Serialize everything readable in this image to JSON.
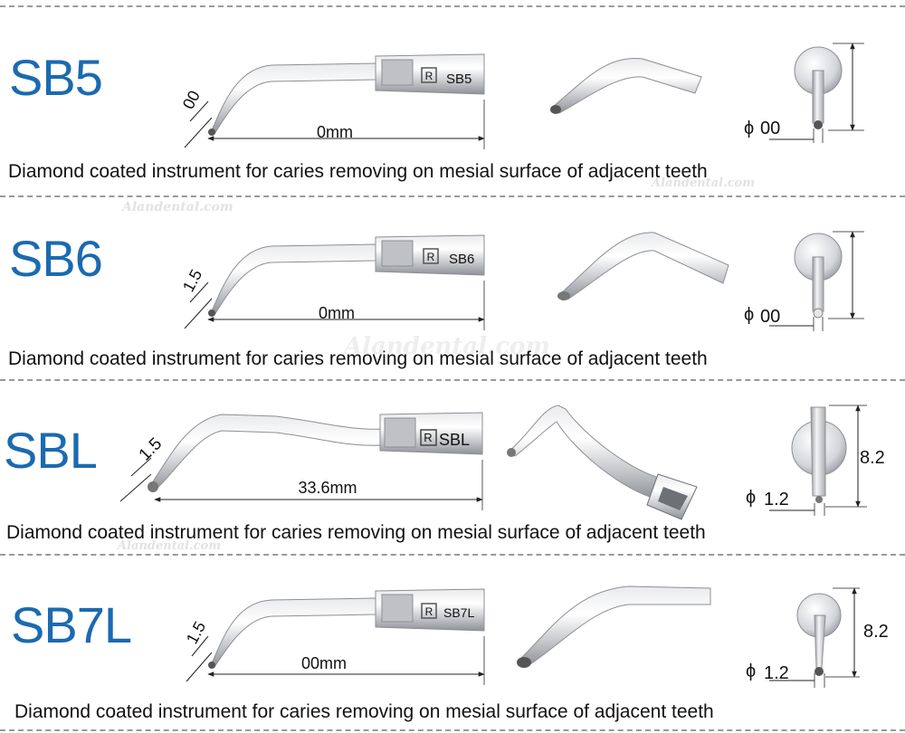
{
  "watermark": "Alandental.com",
  "products": [
    {
      "code": "SB5",
      "tip_width": "00",
      "length_label": "0mm",
      "shank_marking": "SB5",
      "diameter_symbol": "ϕ",
      "diameter": "00",
      "height": "",
      "description": "Diamond coated instrument for caries removing on mesial surface of adjacent teeth"
    },
    {
      "code": "SB6",
      "tip_width": "1.5",
      "length_label": "0mm",
      "shank_marking": "SB6",
      "diameter_symbol": "ϕ",
      "diameter": "00",
      "height": "",
      "description": "Diamond coated instrument for caries removing on mesial surface of adjacent teeth"
    },
    {
      "code": "SBL",
      "tip_width": "1.5",
      "length_label": "33.6mm",
      "shank_marking": "SBL",
      "diameter_symbol": "ϕ",
      "diameter": "1.2",
      "height": "8.2",
      "description": "Diamond coated instrument for caries removing on mesial surface of adjacent teeth"
    },
    {
      "code": "SB7L",
      "tip_width": "1.5",
      "length_label": "00mm",
      "shank_marking": "SB7L",
      "diameter_symbol": "ϕ",
      "diameter": "1.2",
      "height": "8.2",
      "description": "Diamond coated instrument for caries removing on mesial surface of adjacent teeth"
    }
  ]
}
